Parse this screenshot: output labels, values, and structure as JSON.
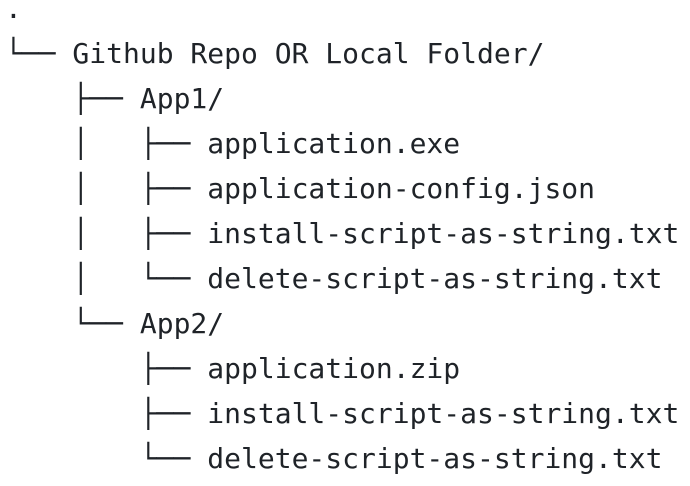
{
  "tree": {
    "background_color": "#ffffff",
    "text_color": "#1f2328",
    "root_label": ".",
    "lines": [
      ".",
      "└── Github Repo OR Local Folder/",
      "    ├── App1/",
      "    │   ├── application.exe",
      "    │   ├── application-config.json",
      "    │   ├── install-script-as-string.txt",
      "    │   └── delete-script-as-string.txt",
      "    └── App2/",
      "        ├── application.zip",
      "        ├── install-script-as-string.txt",
      "        └── delete-script-as-string.txt"
    ],
    "structure": {
      "root": ".",
      "folder": "Github Repo OR Local Folder/",
      "children": [
        {
          "folder": "App1/",
          "files": [
            "application.exe",
            "application-config.json",
            "install-script-as-string.txt",
            "delete-script-as-string.txt"
          ]
        },
        {
          "folder": "App2/",
          "files": [
            "application.zip",
            "install-script-as-string.txt",
            "delete-script-as-string.txt"
          ]
        }
      ]
    }
  }
}
